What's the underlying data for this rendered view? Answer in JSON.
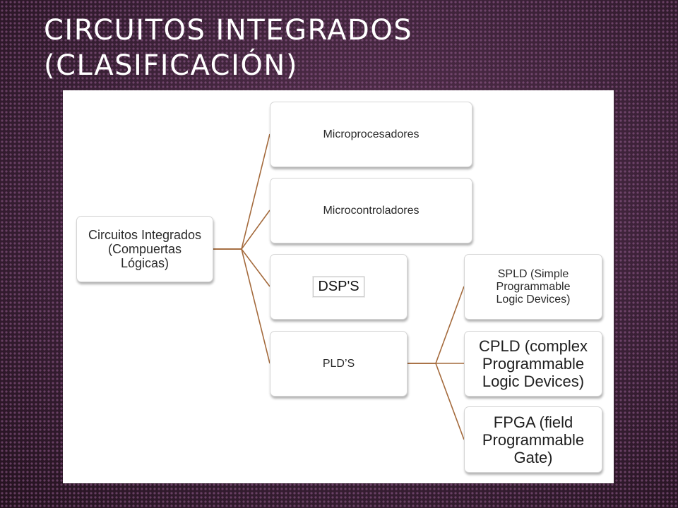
{
  "slide": {
    "title_line1": "CIRCUITOS INTEGRADOS",
    "title_line2": "(CLASIFICACIÓN)"
  },
  "chart_data": {
    "type": "hierarchy",
    "root": "Circuitos Integrados (Compuertas Lógicas)",
    "children": [
      {
        "label": "Microprocesadores"
      },
      {
        "label": "Microcontroladores"
      },
      {
        "label": "DSP'S"
      },
      {
        "label": "PLD’S",
        "children": [
          {
            "label": "SPLD (Simple Programmable Logic Devices)"
          },
          {
            "label": "CPLD (complex Programmable Logic Devices)"
          },
          {
            "label": "FPGA (field Programmable Gate)"
          }
        ]
      }
    ]
  },
  "nodes": {
    "root": [
      "Circuitos Integrados",
      "(Compuertas",
      "Lógicas)"
    ],
    "microprocesadores": "Microprocesadores",
    "microcontroladores": "Microcontroladores",
    "dsp": "DSP'S",
    "plds": "PLD’S",
    "spld": [
      "SPLD (Simple",
      "Programmable",
      "Logic Devices)"
    ],
    "cpld": [
      "CPLD (complex",
      "Programmable",
      "Logic Devices)"
    ],
    "fpga": [
      "FPGA (field",
      "Programmable",
      "Gate)"
    ]
  },
  "colors": {
    "connector": "#a46a3c",
    "node_border": "#d6d6d6",
    "panel": "#ffffff",
    "title": "#ffffff"
  }
}
